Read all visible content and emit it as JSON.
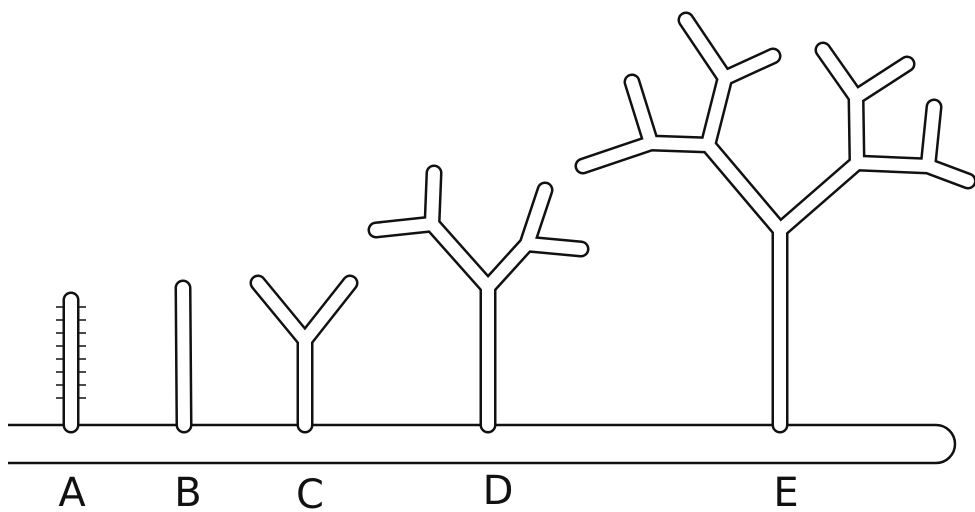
{
  "stages": [
    {
      "label": "A"
    },
    {
      "label": "B"
    },
    {
      "label": "C"
    },
    {
      "label": "D"
    },
    {
      "label": "E"
    }
  ]
}
